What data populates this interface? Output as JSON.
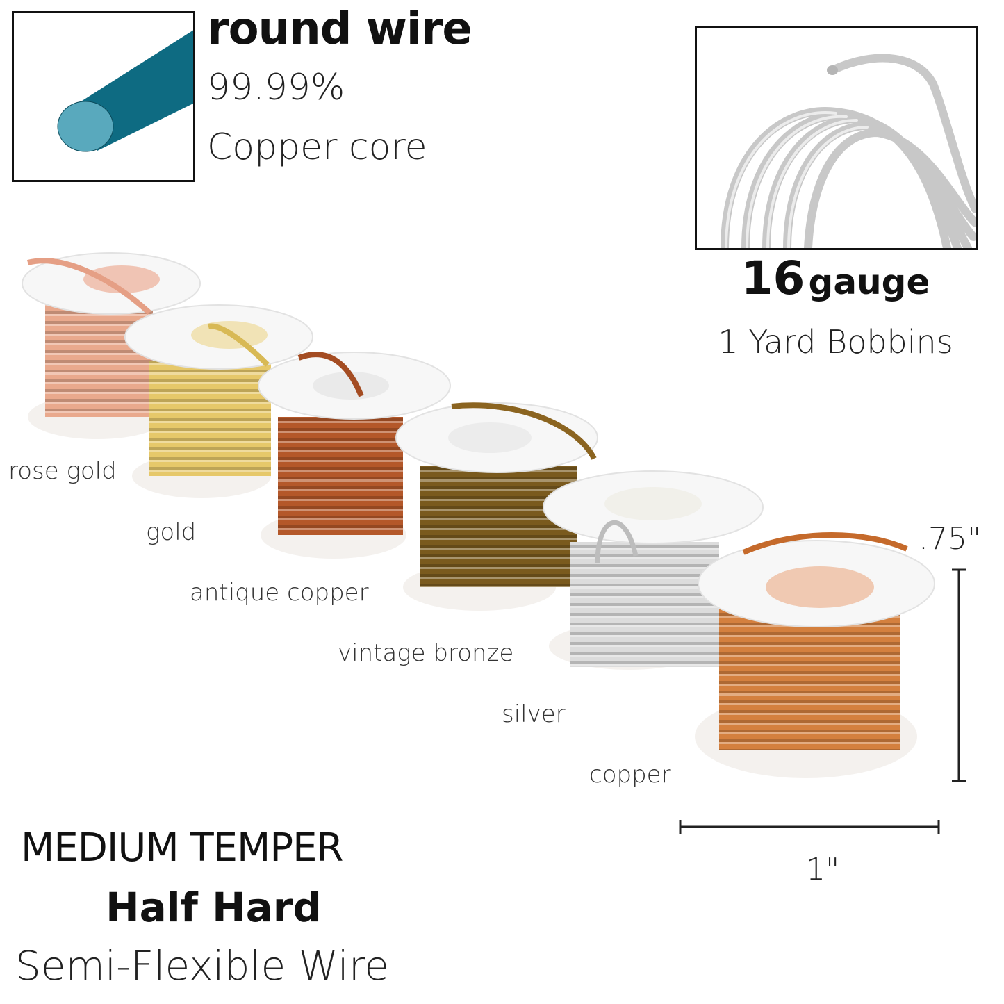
{
  "header": {
    "profile_title": "round wire",
    "purity": "99.99%",
    "core": "Copper core"
  },
  "gauge_panel": {
    "number": "16",
    "unit": "gauge",
    "bobbins": "1 Yard Bobbins"
  },
  "colors": {
    "wire_profile": "#0e6b82",
    "wire_end": "#59a9bd",
    "finishes": [
      "#e9a98d",
      "#e6c86a",
      "#b4582a",
      "#7a5a1e",
      "#d8d8d8",
      "#d4803e"
    ]
  },
  "spools": [
    {
      "label": "rose gold"
    },
    {
      "label": "gold"
    },
    {
      "label": "antique copper"
    },
    {
      "label": "vintage bronze"
    },
    {
      "label": "silver"
    },
    {
      "label": "copper"
    }
  ],
  "dimensions": {
    "height": ".75\"",
    "width": "1\""
  },
  "footer": {
    "temper": "MEDIUM TEMPER",
    "hardness": "Half Hard",
    "flexibility": "Semi-Flexible Wire"
  }
}
